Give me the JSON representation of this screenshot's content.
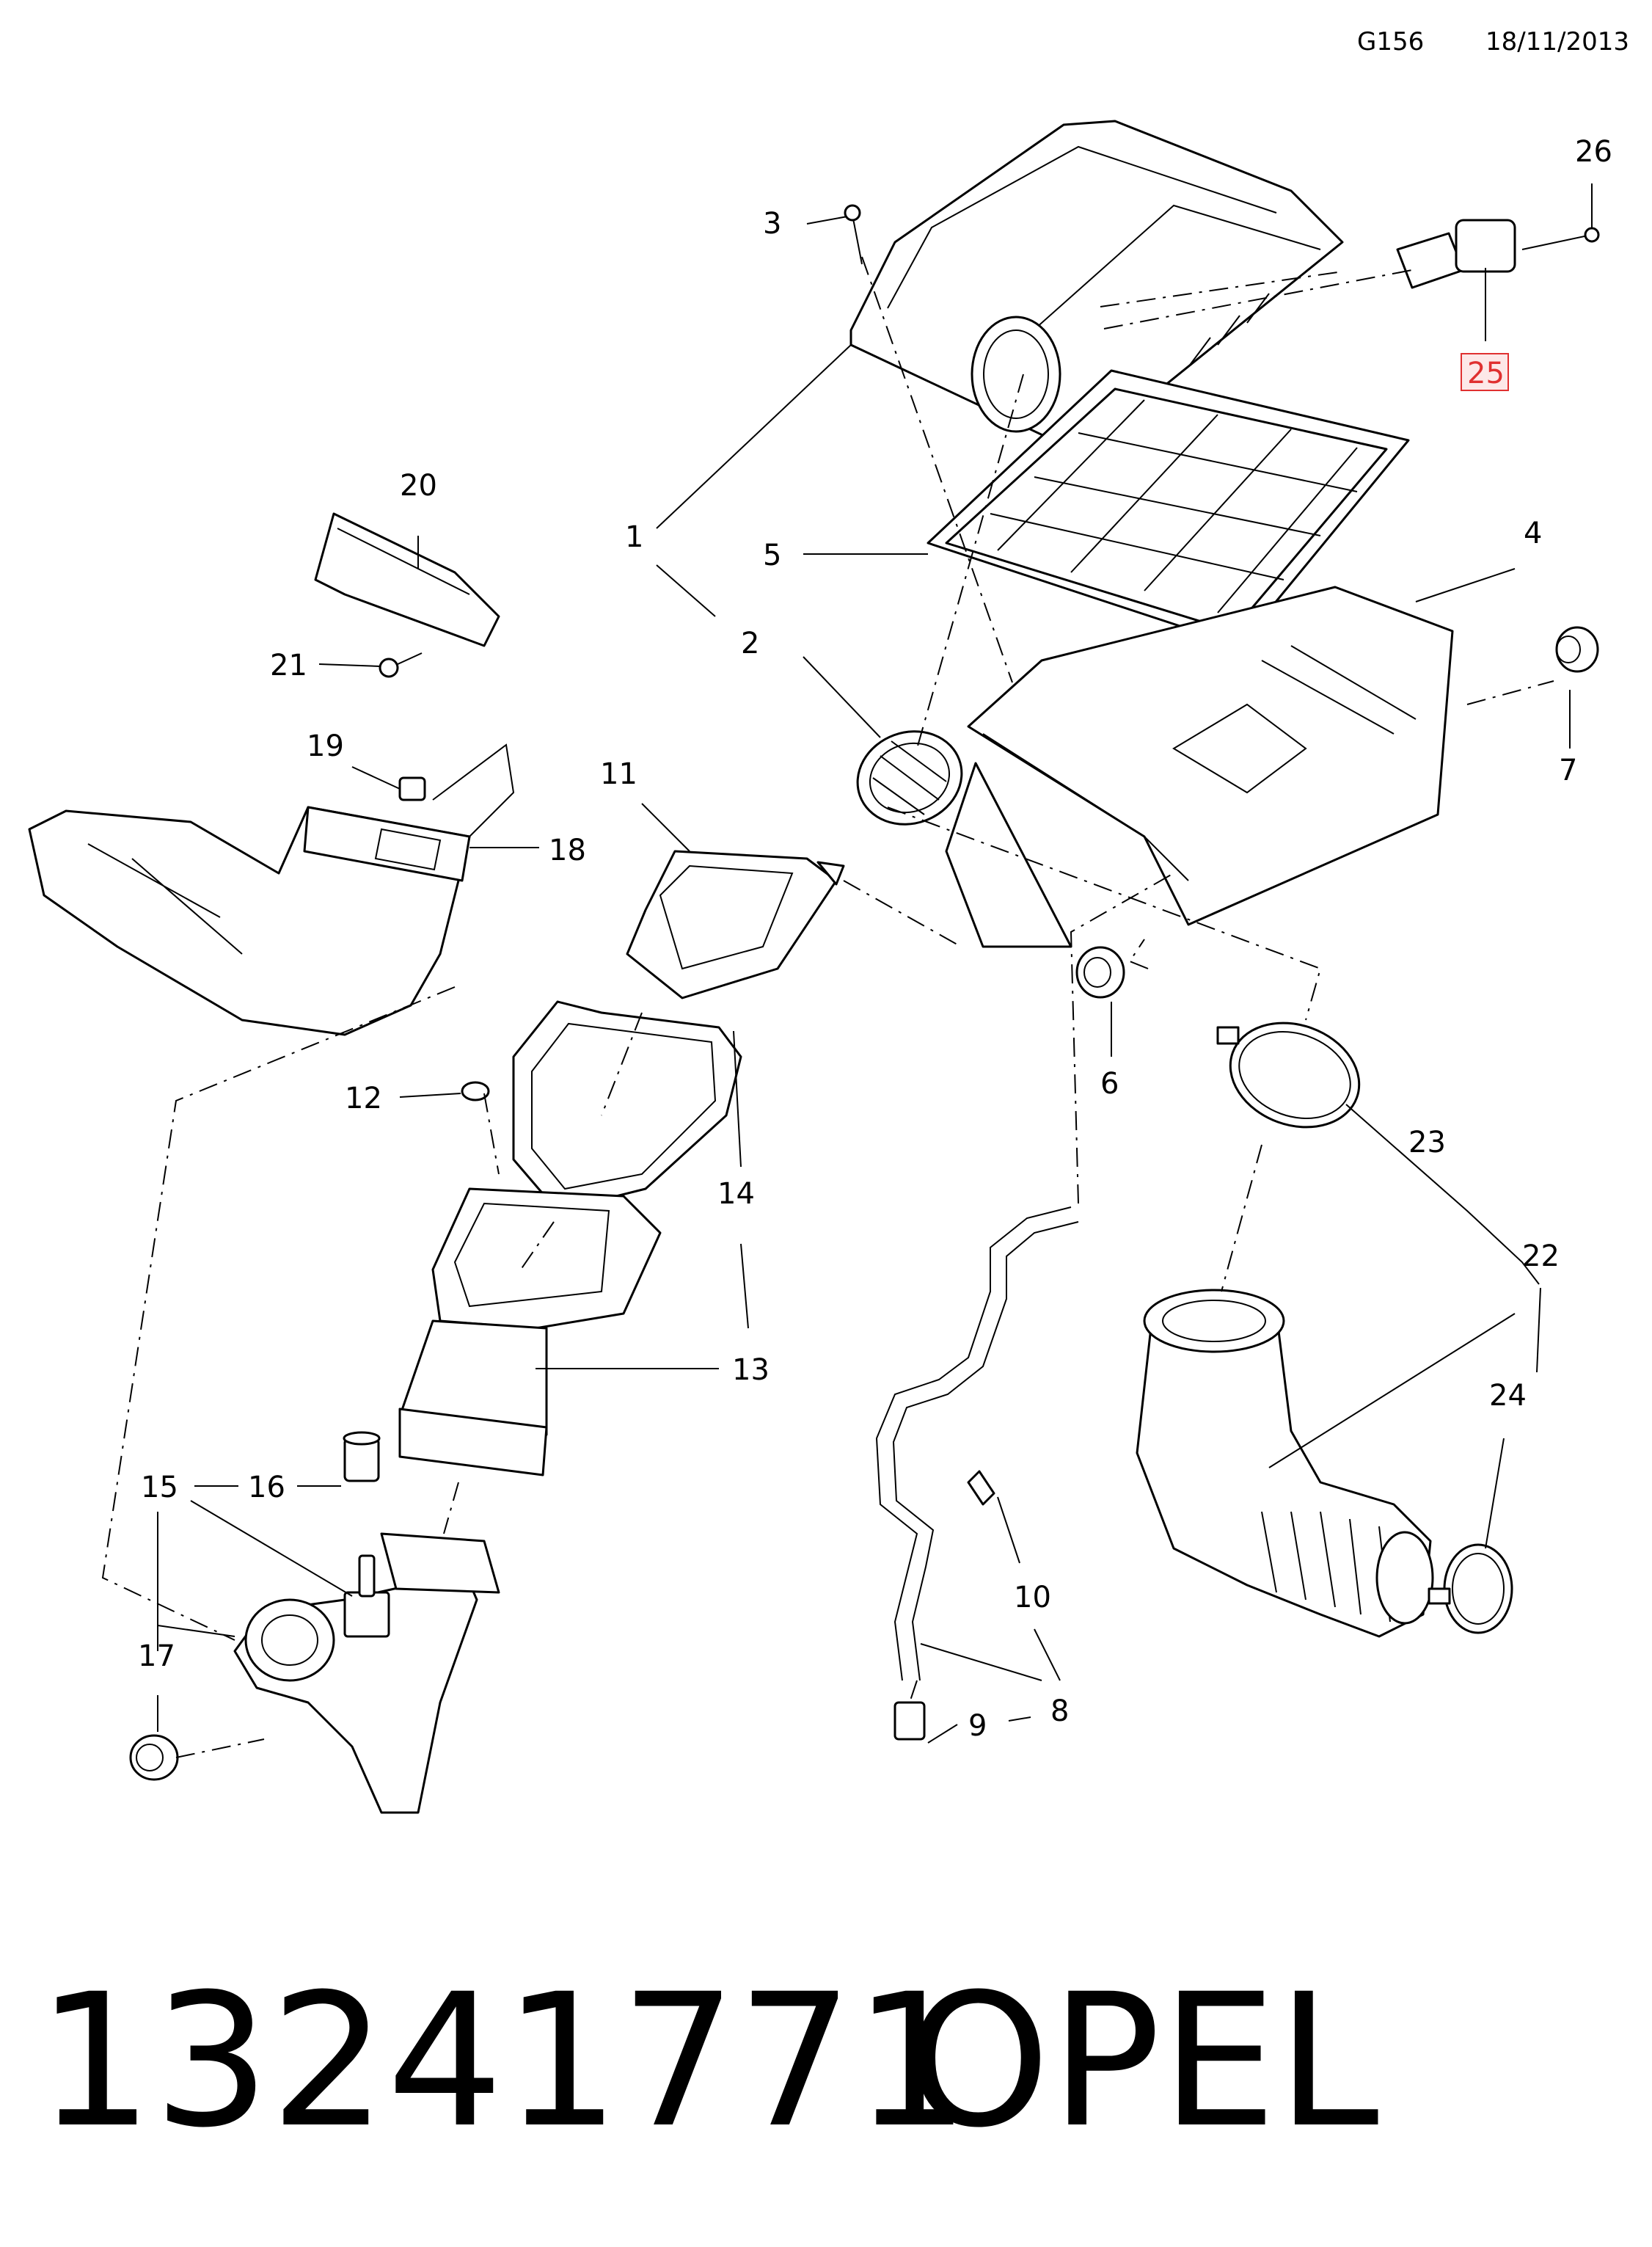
{
  "header": {
    "code": "G156",
    "date": "18/11/2013"
  },
  "footer": {
    "part_number": "13241771",
    "brand": "OPEL"
  },
  "highlight_color": "#e03030",
  "callouts": {
    "c1": "1",
    "c2": "2",
    "c3": "3",
    "c4": "4",
    "c5": "5",
    "c6": "6",
    "c7": "7",
    "c8": "8",
    "c9": "9",
    "c10": "10",
    "c11": "11",
    "c12": "12",
    "c13": "13",
    "c14": "14",
    "c15": "15",
    "c16": "16",
    "c17": "17",
    "c18": "18",
    "c19": "19",
    "c20": "20",
    "c21": "21",
    "c22": "22",
    "c23": "23",
    "c24": "24",
    "c25": "25",
    "c26": "26"
  }
}
